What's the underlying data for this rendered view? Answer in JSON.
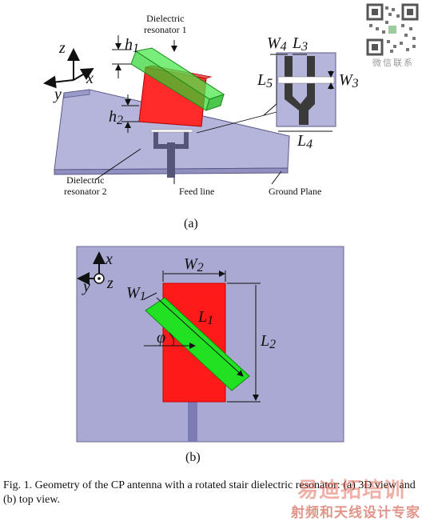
{
  "figure_a": {
    "label_dr1": "Dielectric\nresonator 1",
    "label_dr2": "Dielectric\nresonator 2",
    "label_feed": "Feed line",
    "label_ground": "Ground Plane",
    "axis_z": "z",
    "axis_x": "x",
    "axis_y": "y",
    "h1": "h1",
    "h2": "h2",
    "W4": "W4",
    "L3": "L3",
    "L5": "L5",
    "W3": "W3",
    "L4": "L4",
    "sublabel": "(a)"
  },
  "figure_b": {
    "axis_x": "x",
    "axis_y": "y",
    "axis_z": "z",
    "W2": "W2",
    "W1": "W1",
    "L1": "L1",
    "L2": "L2",
    "phi": "φ",
    "sublabel": "(b)"
  },
  "caption": "Fig. 1.  Geometry of the CP antenna with a rotated stair dielectric resonator: (a) 3D view and (b) top view.",
  "watermark": {
    "qr_text": "微信联系",
    "brand": "易迪拓培训",
    "tagline": "射频和天线设计专家"
  },
  "colors": {
    "ground": "#a9a9d4",
    "red_dr": "#ff1a1a",
    "green_dr": "#22e022",
    "feed": "#8a8ab8",
    "dark": "#3a3a3a"
  }
}
